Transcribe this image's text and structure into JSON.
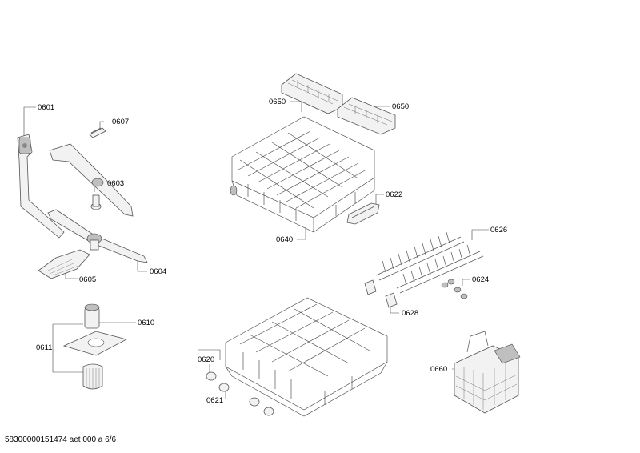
{
  "labels": {
    "p0601": "0601",
    "p0603": "0603",
    "p0604": "0604",
    "p0605": "0605",
    "p0607": "0607",
    "p0610": "0610",
    "p0611": "0611",
    "p0620": "0620",
    "p0621": "0621",
    "p0622": "0622",
    "p0624": "0624",
    "p0626": "0626",
    "p0628": "0628",
    "p0640": "0640",
    "p0650a": "0650",
    "p0650b": "0650",
    "p0660": "0660"
  },
  "footer": "58300000151474 aet 000 a 6/6"
}
